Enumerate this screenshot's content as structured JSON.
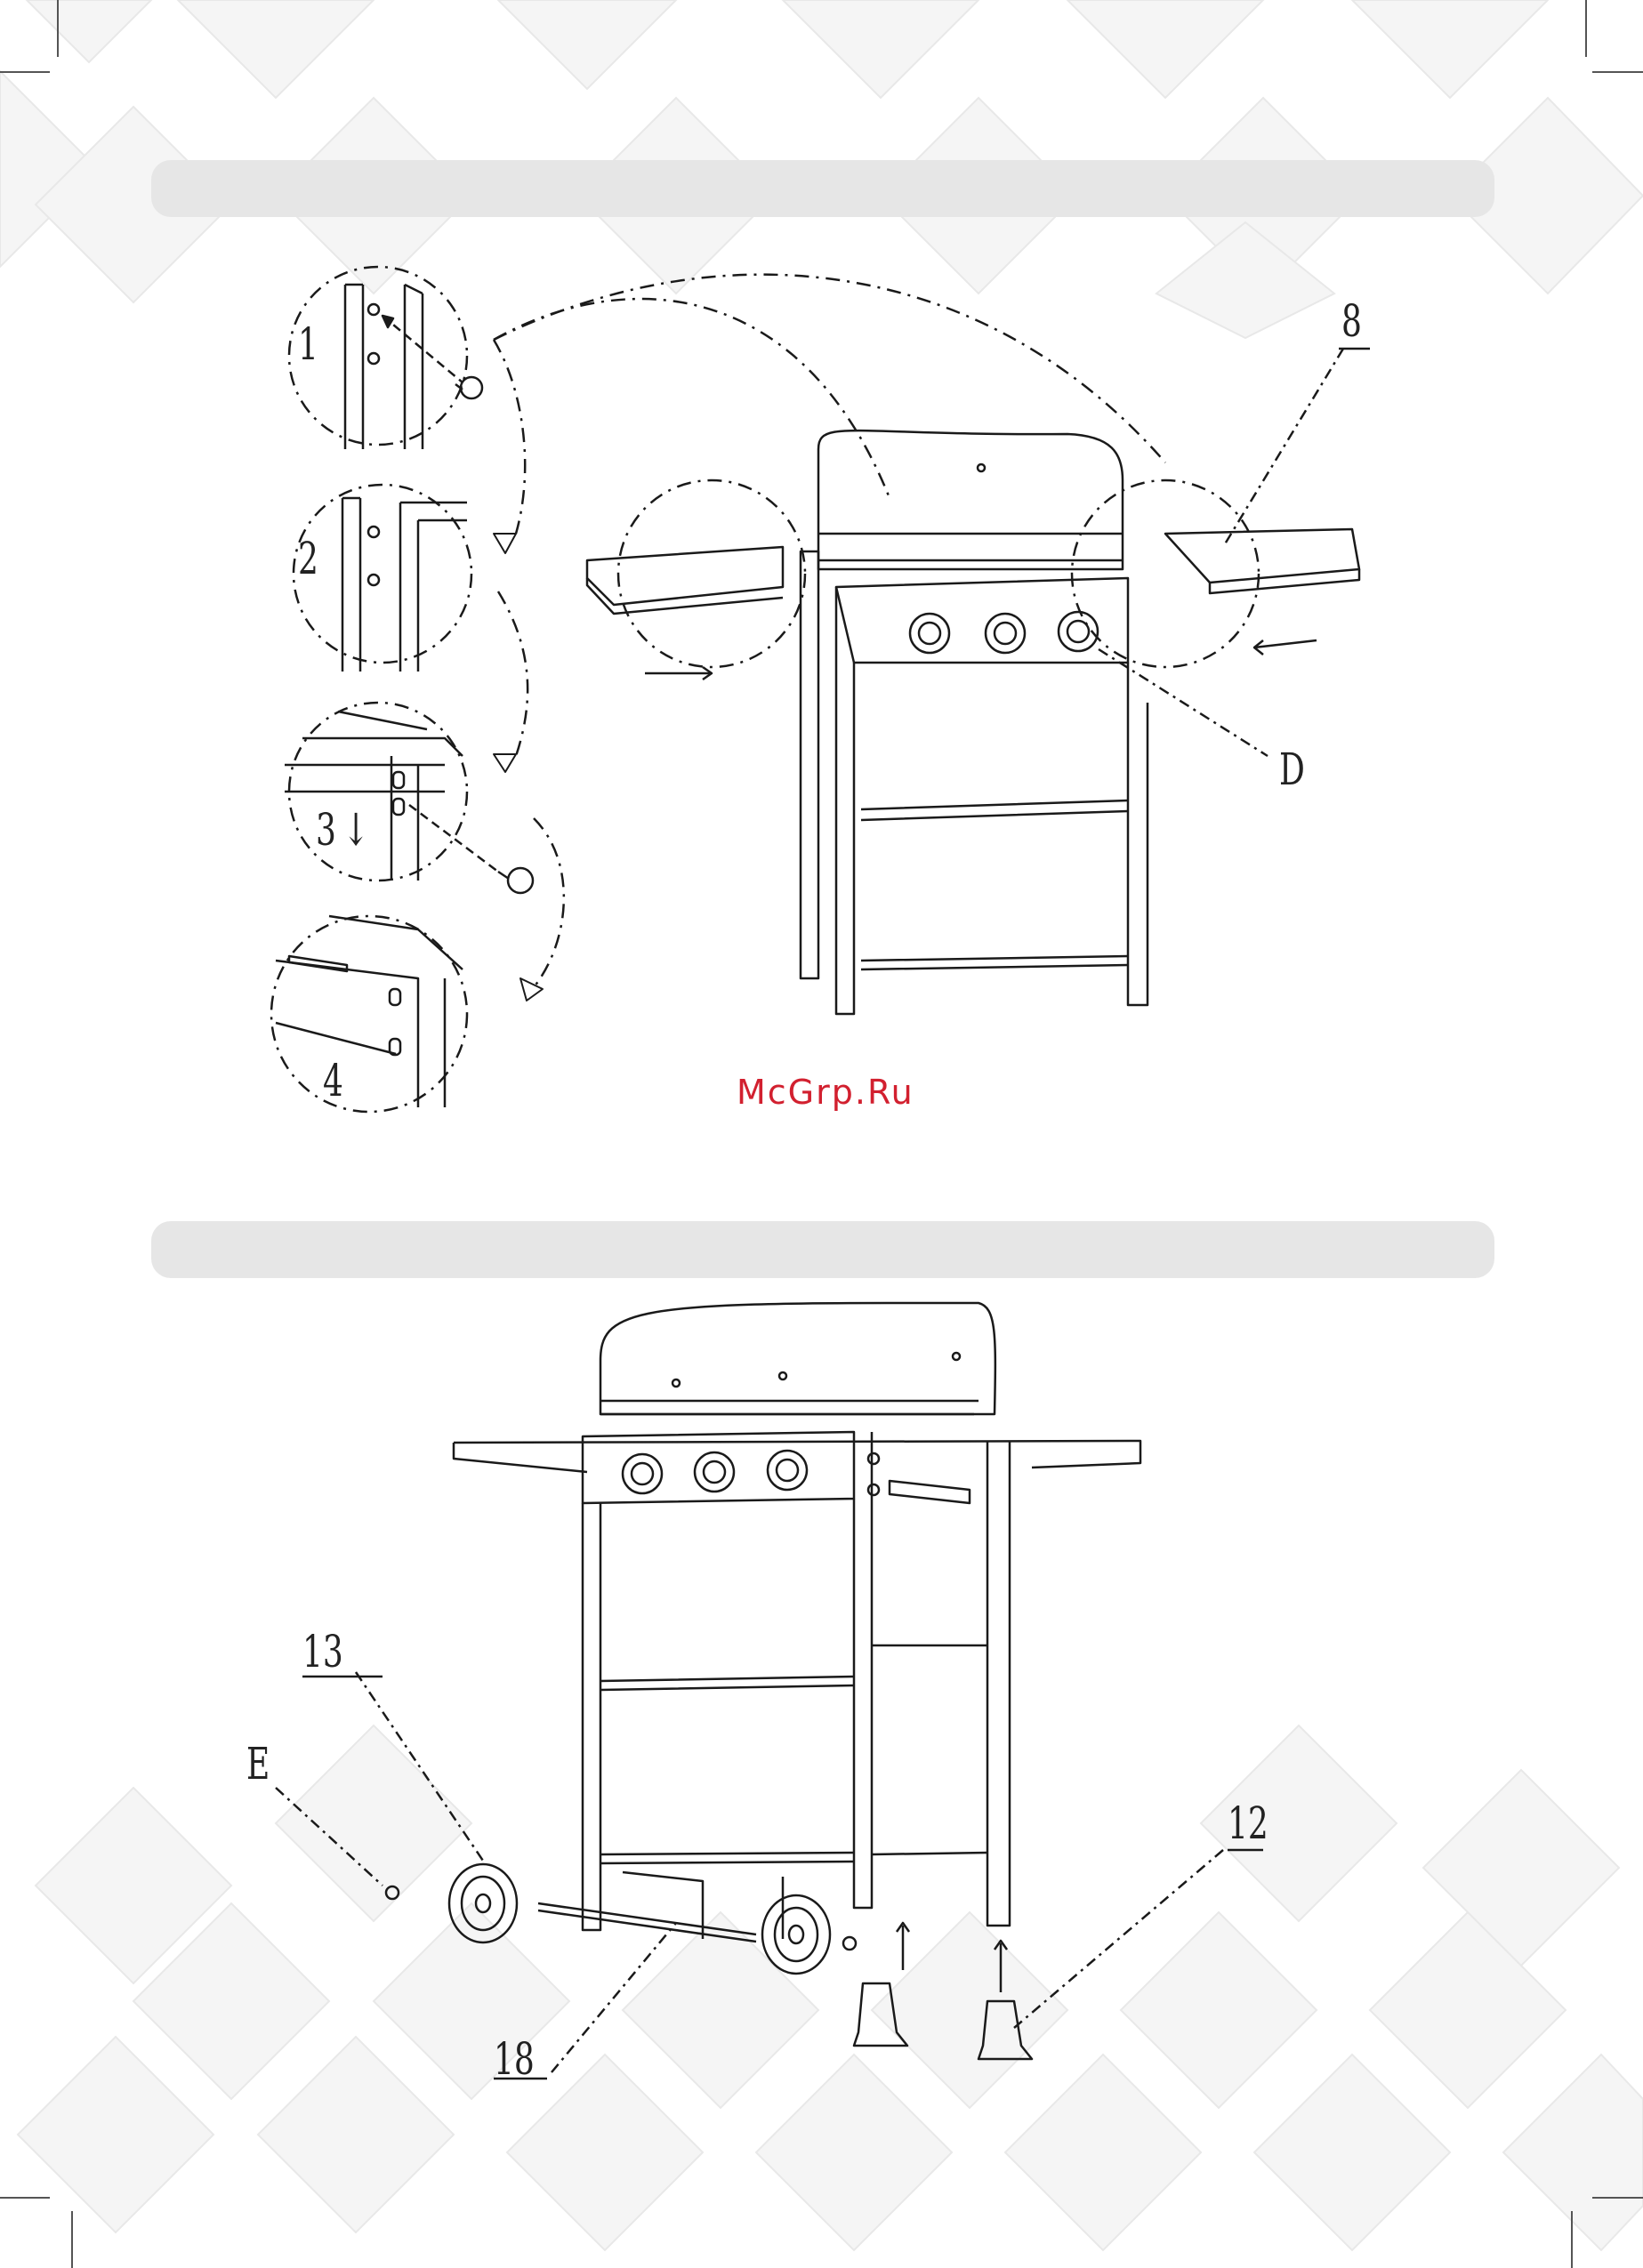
{
  "step_upper": {
    "detail_labels": [
      "1",
      "2",
      "3",
      "4"
    ],
    "detail_3_arrow": "↓",
    "part_labels": {
      "side_shelf": "8",
      "screw": "D"
    }
  },
  "watermark": "McGrp.Ru",
  "step_lower": {
    "part_labels": {
      "wheel": "13",
      "nut": "E",
      "leg_cap": "12",
      "axle": "18"
    }
  },
  "colors": {
    "line": "#1a1a1a",
    "section_bar": "#e6e6e6",
    "watermark": "#d2202f"
  }
}
